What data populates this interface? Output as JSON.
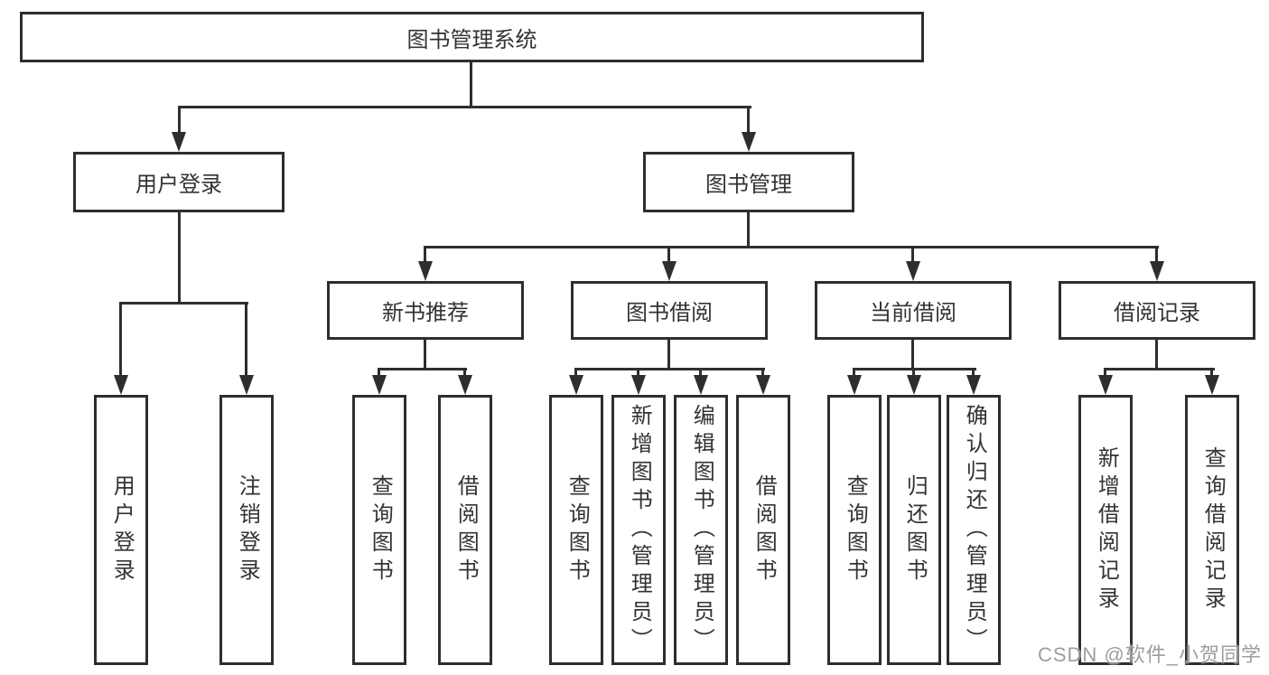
{
  "diagram": {
    "root": {
      "label": "图书管理系统"
    },
    "branches": [
      {
        "label": "用户登录",
        "children": [
          {
            "label": "用户登录"
          },
          {
            "label": "注销登录"
          }
        ]
      },
      {
        "label": "图书管理",
        "children": [
          {
            "label": "新书推荐",
            "children": [
              {
                "label": "查询图书"
              },
              {
                "label": "借阅图书"
              }
            ]
          },
          {
            "label": "图书借阅",
            "children": [
              {
                "label": "查询图书"
              },
              {
                "label": "新增图书（管理员）"
              },
              {
                "label": "编辑图书（管理员）"
              },
              {
                "label": "借阅图书"
              }
            ]
          },
          {
            "label": "当前借阅",
            "children": [
              {
                "label": "查询图书"
              },
              {
                "label": "归还图书"
              },
              {
                "label": "确认归还（管理员）"
              }
            ]
          },
          {
            "label": "借阅记录",
            "children": [
              {
                "label": "新增借阅记录"
              },
              {
                "label": "查询借阅记录"
              }
            ]
          }
        ]
      }
    ]
  },
  "watermark": {
    "text": "CSDN @软件_小贺同学"
  },
  "colors": {
    "line": "#2e2e2e",
    "box_border": "#2e2e2e",
    "text": "#333333",
    "watermark": "#949494",
    "background": "#ffffff"
  }
}
